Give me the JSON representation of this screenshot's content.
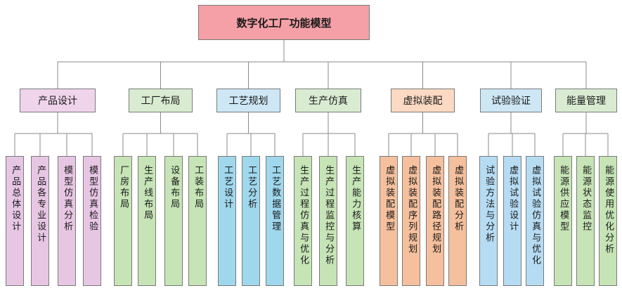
{
  "root": {
    "label": "数字化工厂功能模型",
    "color": "#f4a0a6"
  },
  "categories": [
    {
      "label": "产品设计",
      "color": "#f0d4ec",
      "children": [
        [
          "产品总体设计"
        ],
        [
          "产品各专业设计"
        ],
        [
          "模型仿真分析"
        ],
        [
          "模型仿真检验"
        ]
      ]
    },
    {
      "label": "工厂布局",
      "color": "#d9ecd2",
      "children": [
        [
          "厂房布局"
        ],
        [
          "生产线布局"
        ],
        [
          "设备布局"
        ],
        [
          "工装布局"
        ]
      ]
    },
    {
      "label": "工艺规划",
      "color": "#cde7f5",
      "children": [
        [
          "工艺设计"
        ],
        [
          "工艺分析"
        ],
        [
          "工艺数据管理"
        ]
      ]
    },
    {
      "label": "生产仿真",
      "color": "#d9ecd2",
      "children": [
        [
          "生产过程仿真与优化"
        ],
        [
          "生产过程监控与分析"
        ],
        [
          "生产能力核算"
        ]
      ]
    },
    {
      "label": "虚拟装配",
      "color": "#fbd9c2",
      "children": [
        [
          "虚拟装配模型"
        ],
        [
          "虚拟装配序列规划"
        ],
        [
          "虚拟装配路径规划"
        ],
        [
          "虚拟装配分析"
        ]
      ]
    },
    {
      "label": "试验验证",
      "color": "#cde7f5",
      "children": [
        [
          "试验方法与分析"
        ],
        [
          "虚拟试验设计"
        ],
        [
          "虚拟试验仿真与优化"
        ]
      ]
    },
    {
      "label": "能量管理",
      "color": "#d9ecd2",
      "children": [
        [
          "能源供应模型"
        ],
        [
          "能源状态监控"
        ],
        [
          "能源使用优化分析"
        ]
      ]
    }
  ],
  "leaf_colors": [
    "#e7c6e4",
    "#c6e4b6",
    "#9fd7ec",
    "#c6e4b6",
    "#f5c09d",
    "#b6dcf3",
    "#c6e4b6"
  ]
}
